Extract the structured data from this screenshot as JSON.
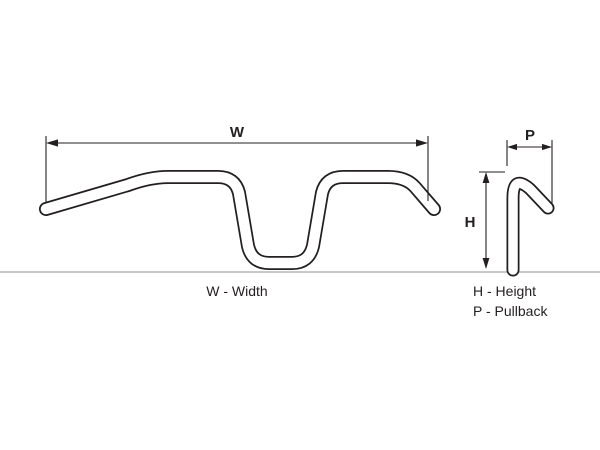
{
  "diagram": {
    "type": "handlebar-dimension-drawing",
    "front_view": {
      "dimension_label": "W",
      "caption": "W - Width"
    },
    "side_view": {
      "height_label": "H",
      "pullback_label": "P",
      "height_caption": "H - Height",
      "pullback_caption": "P - Pullback"
    },
    "colors": {
      "ink": "#231f20",
      "baseline": "#a7a9ac",
      "background": "#ffffff"
    }
  }
}
